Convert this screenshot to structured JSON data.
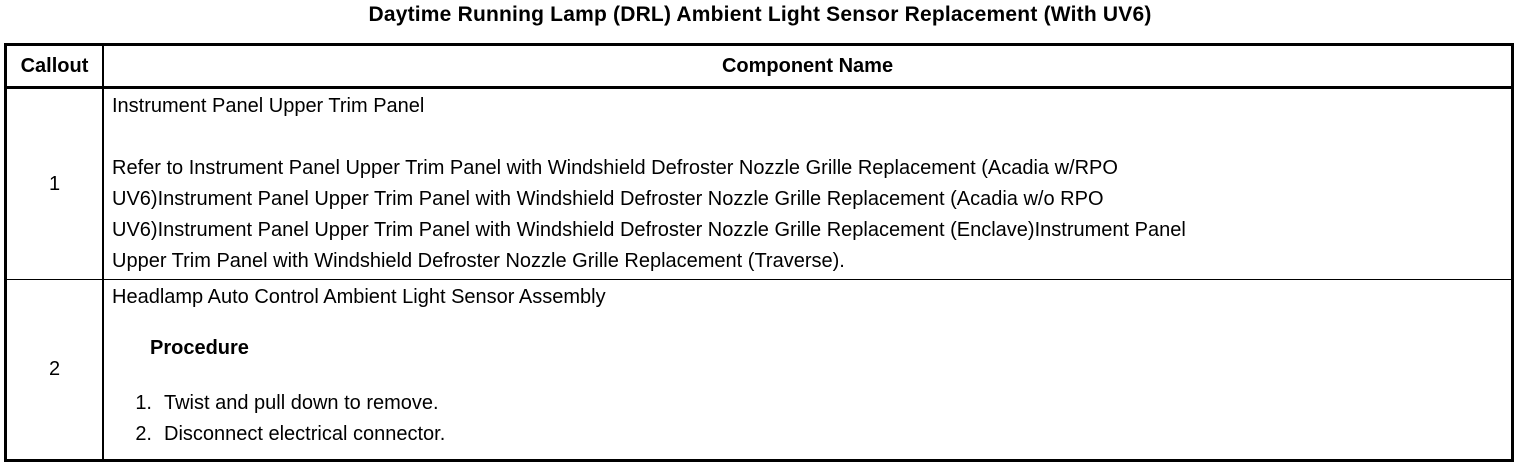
{
  "title": "Daytime Running Lamp (DRL) Ambient Light Sensor Replacement (With UV6)",
  "colors": {
    "text": "#000000",
    "border": "#000000",
    "background": "#ffffff"
  },
  "table": {
    "headers": {
      "callout": "Callout",
      "component": "Component Name"
    },
    "rows": [
      {
        "callout": "1",
        "component_title": "Instrument Panel Upper Trim Panel",
        "refer_lines": [
          "Refer to Instrument Panel Upper Trim Panel with Windshield Defroster Nozzle Grille Replacement (Acadia w/RPO",
          "UV6)Instrument Panel Upper Trim Panel with Windshield Defroster Nozzle Grille Replacement (Acadia w/o RPO",
          "UV6)Instrument Panel Upper Trim Panel with Windshield Defroster Nozzle Grille Replacement (Enclave)Instrument Panel",
          "Upper Trim Panel with Windshield Defroster Nozzle Grille Replacement (Traverse)."
        ]
      },
      {
        "callout": "2",
        "component_title": "Headlamp Auto Control Ambient Light Sensor Assembly",
        "procedure_heading": "Procedure",
        "steps": [
          {
            "num": "1.",
            "text": "Twist and pull down to remove."
          },
          {
            "num": "2.",
            "text": "Disconnect electrical connector."
          }
        ]
      }
    ]
  }
}
